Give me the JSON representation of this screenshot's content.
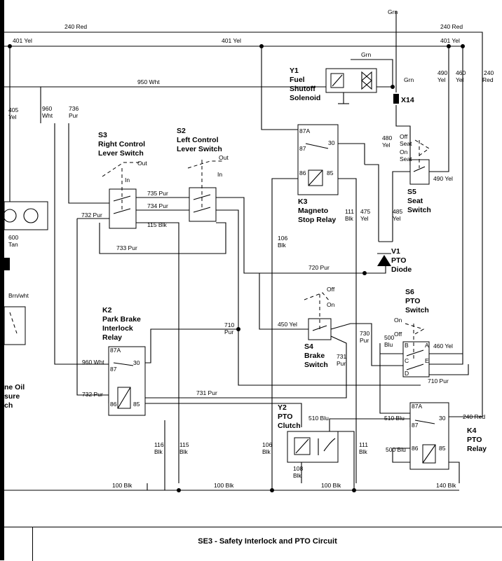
{
  "wires": {
    "red240_top": "240 Red",
    "grn_top": "Grn",
    "red240_tr": "240 Red",
    "yel401_l": "401 Yel",
    "yel401_m": "401 Yel",
    "yel401_r": "401 Yel",
    "grn_y1": "Grn",
    "grn_x14": "Grn",
    "wht950": "950 Wht",
    "yel405": "405",
    "yel405b": "Yel",
    "wht960": "960",
    "wht960b": "Wht",
    "pur736": "736",
    "pur736b": "Pur",
    "yel490": "490",
    "yel490b": "Yel",
    "yel460": "460",
    "yel460b": "Yel",
    "red240v": "240",
    "red240vb": "Red",
    "yel480": "480",
    "yel480b": "Yel",
    "pur735": "735 Pur",
    "pur734": "734 Pur",
    "pur732": "732 Pur",
    "blk115": "115 Blk",
    "pur733": "733 Pur",
    "tan600": "600",
    "tan600b": "Tan",
    "blk106": "106",
    "blk106b": "Blk",
    "blk111": "111",
    "blk111b": "Blk",
    "yel475": "475",
    "yel475b": "Yel",
    "yel485": "485",
    "yel485b": "Yel",
    "yel490s5": "490 Yel",
    "pur720": "720 Pur",
    "brnwht": "Brn/wht",
    "pur710": "710",
    "pur710b": "Pur",
    "yel450": "450 Yel",
    "pur730": "730",
    "pur730b": "Pur",
    "pur731": "731",
    "pur731b": "Pur",
    "blu500": "500",
    "blu500b": "Blu",
    "yel460s6": "460 Yel",
    "wht960k2": "960 Wht",
    "pur732k2": "732 Pur",
    "pur731h": "731 Pur",
    "pur710h": "710 Pur",
    "blu510a": "510 Blu",
    "blu510b": "510 Blu",
    "red240k4": "240 Red",
    "blk116": "116",
    "blk116b": "Blk",
    "blk115v": "115",
    "blk115vb": "Blk",
    "blk106c": "106",
    "blk106cb": "Blk",
    "blk111c": "111",
    "blk111cb": "Blk",
    "blk108": "108",
    "blk108b": "Blk",
    "blu500k4": "500 Blu",
    "blk100a": "100 Blk",
    "blk100b": "100 Blk",
    "blk100c": "100 Blk",
    "blk140": "140 Blk"
  },
  "components": {
    "y1": [
      "Y1",
      "Fuel",
      "Shutoff",
      "Solenoid"
    ],
    "x14": "X14",
    "s3": [
      "S3",
      "Right Control",
      "Lever Switch"
    ],
    "s2": [
      "S2",
      "Left Control",
      "Lever Switch"
    ],
    "s3_out": "Out",
    "s3_in": "In",
    "s2_out": "Out",
    "s2_in": "In",
    "k3": [
      "K3",
      "Magneto",
      "Stop Relay"
    ],
    "s5": [
      "S5",
      "Seat",
      "Switch"
    ],
    "s5_off": [
      "Off",
      "Seat"
    ],
    "s5_on": [
      "On",
      "Seat"
    ],
    "v1": [
      "V1",
      "PTO",
      "Diode"
    ],
    "s6": [
      "S6",
      "PTO",
      "Switch"
    ],
    "s6_on": "On",
    "s6_off": "Off",
    "s4": [
      "S4",
      "Brake",
      "Switch"
    ],
    "s4_off": "Off",
    "s4_on": "On",
    "k2": [
      "K2",
      "Park Brake",
      "Interlock",
      "Relay"
    ],
    "y2": [
      "Y2",
      "PTO",
      "Clutch"
    ],
    "k4": [
      "K4",
      "PTO",
      "Relay"
    ],
    "oil": [
      "ne Oil",
      "sure",
      "ch"
    ]
  },
  "pins": {
    "k3_87a": "87A",
    "k3_87": "87",
    "k3_30": "30",
    "k3_86": "86",
    "k3_85": "85",
    "k2_87a": "87A",
    "k2_87": "87",
    "k2_30": "30",
    "k2_86": "86",
    "k2_85": "85",
    "k4_87a": "87A",
    "k4_87": "87",
    "k4_30": "30",
    "k4_86": "86",
    "k4_85": "85",
    "s6_b": "B",
    "s6_a": "A",
    "s6_e": "E",
    "s6_c": "C",
    "s6_d": "D"
  },
  "title_block": {
    "title": "SE3 - Safety Interlock and PTO Circuit"
  }
}
